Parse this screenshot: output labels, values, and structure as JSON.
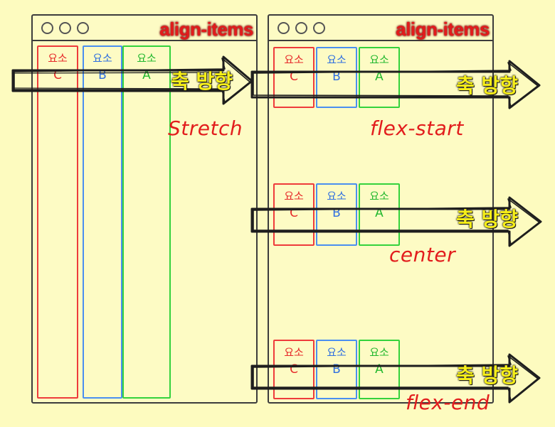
{
  "left_window": {
    "title": "align-items",
    "items": [
      {
        "top": "요소",
        "letter": "C",
        "color": "#ee3b3b"
      },
      {
        "top": "요소",
        "letter": "B",
        "color": "#4a8ff0"
      },
      {
        "top": "요소",
        "letter": "A",
        "color": "#34d23c"
      }
    ],
    "axis_label": "축 방향",
    "mode": "Stretch"
  },
  "right_window": {
    "title": "align-items",
    "rows": [
      {
        "items": [
          {
            "top": "요소",
            "letter": "C"
          },
          {
            "top": "요소",
            "letter": "B"
          },
          {
            "top": "요소",
            "letter": "A"
          }
        ],
        "axis_label": "축 방향",
        "mode": "flex-start"
      },
      {
        "items": [
          {
            "top": "요소",
            "letter": "C"
          },
          {
            "top": "요소",
            "letter": "B"
          },
          {
            "top": "요소",
            "letter": "A"
          }
        ],
        "axis_label": "축 방향",
        "mode": "center"
      },
      {
        "items": [
          {
            "top": "요소",
            "letter": "C"
          },
          {
            "top": "요소",
            "letter": "B"
          },
          {
            "top": "요소",
            "letter": "A"
          }
        ],
        "axis_label": "축 방향",
        "mode": "flex-end"
      }
    ]
  }
}
